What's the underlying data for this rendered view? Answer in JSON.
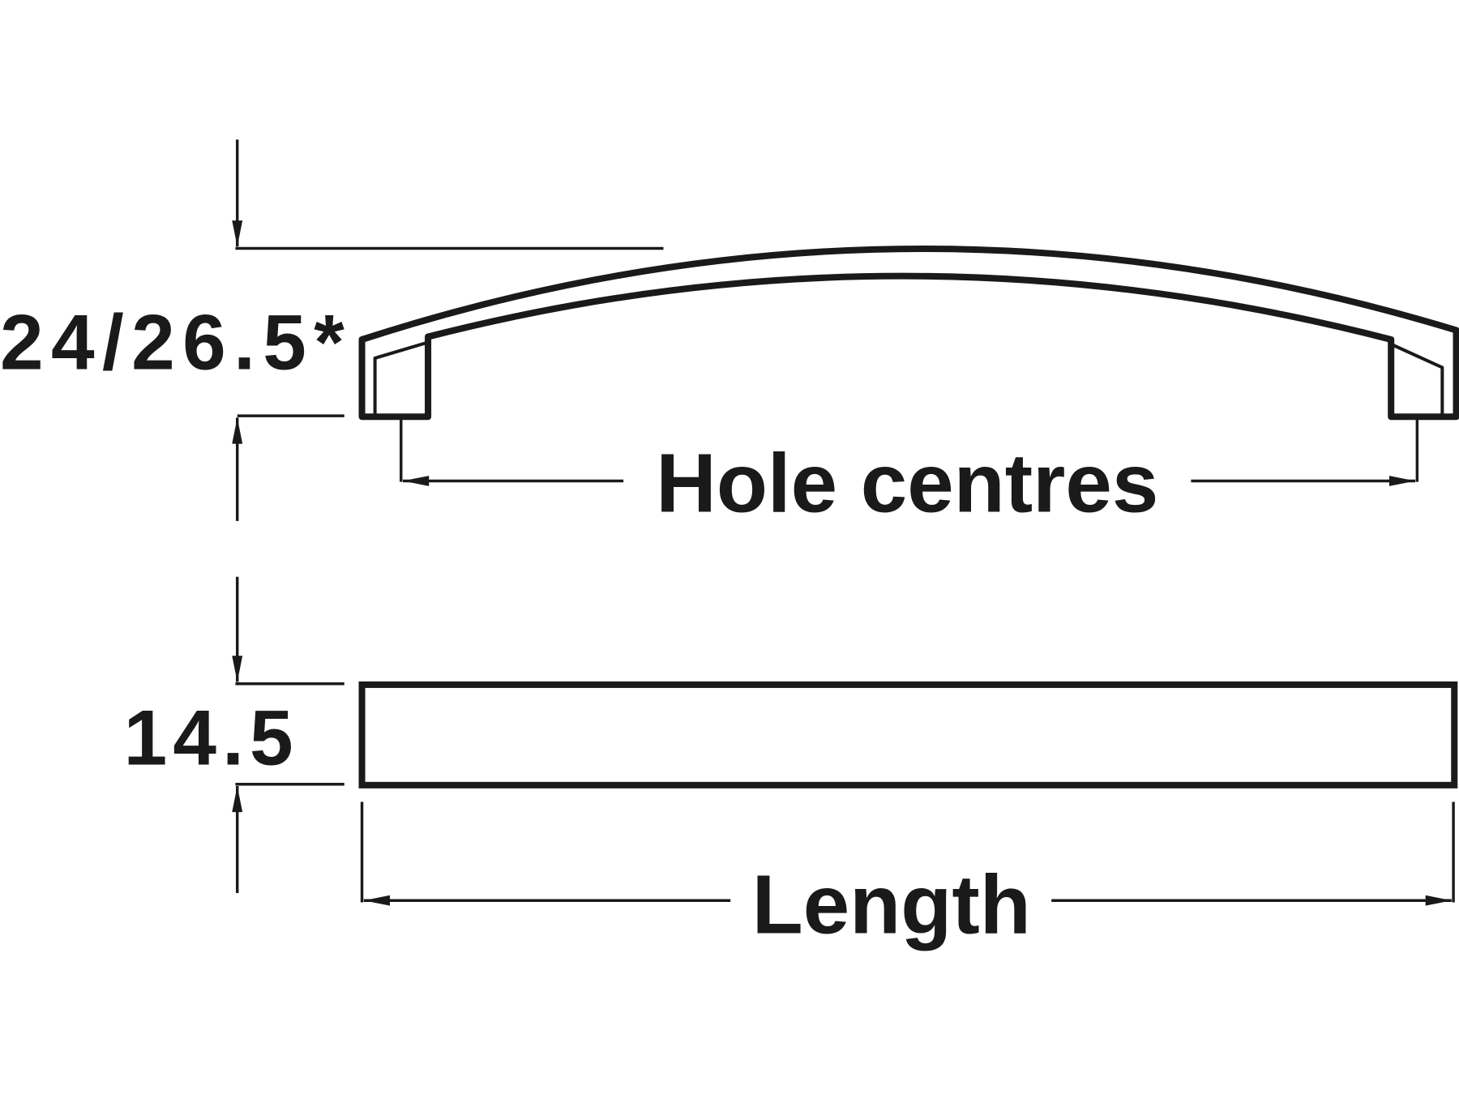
{
  "diagram": {
    "height_label": "24/26.5*",
    "depth_label": "14.5",
    "hole_centres_label": "Hole centres",
    "length_label": "Length",
    "line_color": "#1a1a1a",
    "background": "#ffffff"
  }
}
